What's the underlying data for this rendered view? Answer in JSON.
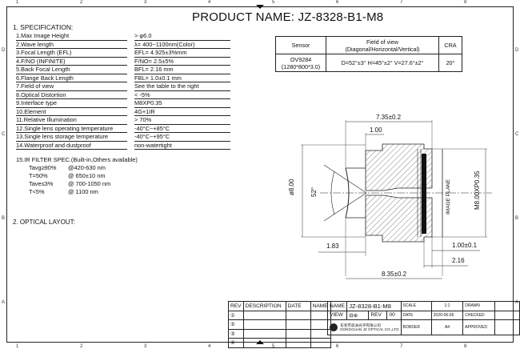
{
  "title": "PRODUCT NAME: JZ-8328-B1-M8",
  "zones": {
    "top": [
      "1",
      "2",
      "3",
      "4",
      "5",
      "6",
      "7",
      "8"
    ],
    "left": [
      "D",
      "C",
      "B",
      "A"
    ]
  },
  "spec_heading": "1. SPECIFICATION:",
  "spec": [
    {
      "label": "1.Max Image Height",
      "value": "> φ6.0"
    },
    {
      "label": "2.Wave length",
      "value": "λ= 400~1100nm(Color)"
    },
    {
      "label": "3.Focal Length (EFL)",
      "value": "EFL= 4.925±3%mm"
    },
    {
      "label": "4.F/NO (INFINITE)",
      "value": "F/NO= 2.5±5%"
    },
    {
      "label": "5.Back Focal Length",
      "value": "BFL= 2.16 mm"
    },
    {
      "label": "6.Flange Back Length",
      "value": "FBL= 1.0±0.1 mm"
    },
    {
      "label": "7.Field of view",
      "value": "See the table to the right"
    },
    {
      "label": "8.Optical Distortion",
      "value": "< -5%"
    },
    {
      "label": "9.Interface type",
      "value": "M8XP0.35"
    },
    {
      "label": "10.Element",
      "value": "4G+1IR"
    },
    {
      "label": "11.Relative Illumination",
      "value": "> 70%"
    },
    {
      "label": "12.Single lens operating temperature",
      "value": "-40°C~+85°C"
    },
    {
      "label": "13.Single lens storage temperature",
      "value": "-40°C~+95°C"
    },
    {
      "label": "14.Waterproof and dustproof",
      "value": "non-watertight"
    }
  ],
  "ir": {
    "heading": "15.IR FILTER SPEC.(Built-in,Others available)",
    "rows": [
      {
        "k": "Tavg≥90%",
        "v": "@420-630 nm"
      },
      {
        "k": "T=50%",
        "v": "@ 650±10 nm"
      },
      {
        "k": "Tave≤3%",
        "v": "@ 700-1050 nm"
      },
      {
        "k": "T<5%",
        "v": "@ 1100 nm"
      }
    ]
  },
  "layout_heading": "2. OPTICAL LAYOUT:",
  "sensor_table": {
    "headers": [
      "Sensor",
      "Field of view\n(Diagonal/Horizontal/Vertical)",
      "CRA"
    ],
    "row": [
      "OV9284\n(1280*800*3.0)",
      "D=52°±3°  H=45°±2°  V=27.6°±2°",
      "20°"
    ]
  },
  "dims": {
    "d1": "7.35±0.2",
    "d2": "1.00",
    "d3": "ø8.00",
    "d4": "52°",
    "d5": "IMAGE PLANE",
    "d6": "M8.00XP0.35",
    "d7": "1.83",
    "d8": "1.00±0.1",
    "d9": "2.16",
    "d10": "8.35±0.2"
  },
  "title_block": {
    "rev_headers": [
      "REV",
      "DESCRIPTION",
      "DATE",
      "NAME"
    ],
    "rev_marks": [
      "①",
      "②",
      "③",
      "④"
    ],
    "name_label": "NAME",
    "name_value": "JZ-8328-B1-M8",
    "view_label": "VIEW",
    "rev_label": "REV",
    "rev_value": "00",
    "company_cn": "东莞市玖洲光学有限公司",
    "company_en": "DONGGUAN JZ OPTICAL CO.,LTD",
    "scale_label": "SCALE",
    "scale_value": "1:1",
    "date_label": "DATE",
    "date_value": "2020-06-06",
    "border_label": "BORDER",
    "border_value": "A4",
    "drawn": "DRAWN",
    "checked": "CHECKED",
    "approved": "APPROVED"
  }
}
